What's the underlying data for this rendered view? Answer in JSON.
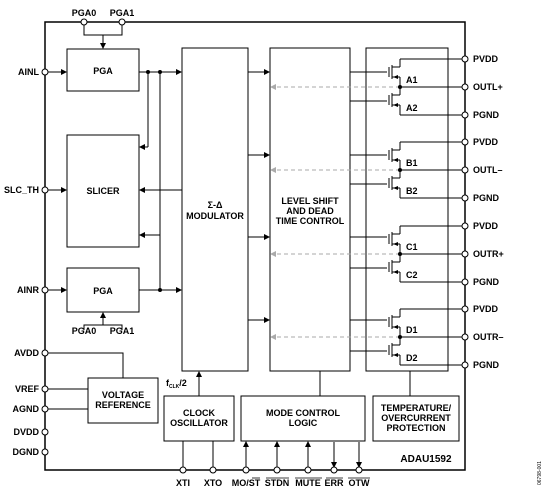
{
  "part_number": "ADAU1592",
  "figure_id": "06798-001",
  "left_pins": {
    "ainl": "AINL",
    "slc_th": "SLC_TH",
    "ainr": "AINR",
    "avdd": "AVDD",
    "vref": "VREF",
    "agnd": "AGND",
    "dvdd": "DVDD",
    "dgnd": "DGND"
  },
  "top_pins": {
    "pga0": "PGA0",
    "pga1": "PGA1"
  },
  "pga_lower_pins": {
    "pga0": "PGA0",
    "pga1": "PGA1"
  },
  "bottom_pins": {
    "xti": "XTI",
    "xto": "XTO",
    "mo_st": "MO/ST",
    "stdn": "STDN",
    "mute": "MUTE",
    "err": "ERR",
    "otw": "OTW"
  },
  "right_pins": {
    "pvdd_1": "PVDD",
    "outl_p": "OUTL+",
    "pgnd_1": "PGND",
    "pvdd_2": "PVDD",
    "outl_n": "OUTL–",
    "pgnd_2": "PGND",
    "pvdd_3": "PVDD",
    "outr_p": "OUTR+",
    "pgnd_3": "PGND",
    "pvdd_4": "PVDD",
    "outr_n": "OUTR–",
    "pgnd_4": "PGND"
  },
  "blocks": {
    "pga_top": "PGA",
    "slicer": "SLICER",
    "pga_bottom": "PGA",
    "modulator_line1": "Σ-Δ",
    "modulator_line2": "MODULATOR",
    "level_shift_line1": "LEVEL SHIFT",
    "level_shift_line2": "AND DEAD",
    "level_shift_line3": "TIME CONTROL",
    "vref_line1": "VOLTAGE",
    "vref_line2": "REFERENCE",
    "clock_line1": "CLOCK",
    "clock_line2": "OSCILLATOR",
    "mode_line1": "MODE CONTROL",
    "mode_line2": "LOGIC",
    "temp_line1": "TEMPERATURE/",
    "temp_line2": "OVERCURRENT",
    "temp_line3": "PROTECTION"
  },
  "fclk_label": "f",
  "fclk_sub": "CLK",
  "fclk_suffix": "/2",
  "fets": [
    "A1",
    "A2",
    "B1",
    "B2",
    "C1",
    "C2",
    "D1",
    "D2"
  ]
}
